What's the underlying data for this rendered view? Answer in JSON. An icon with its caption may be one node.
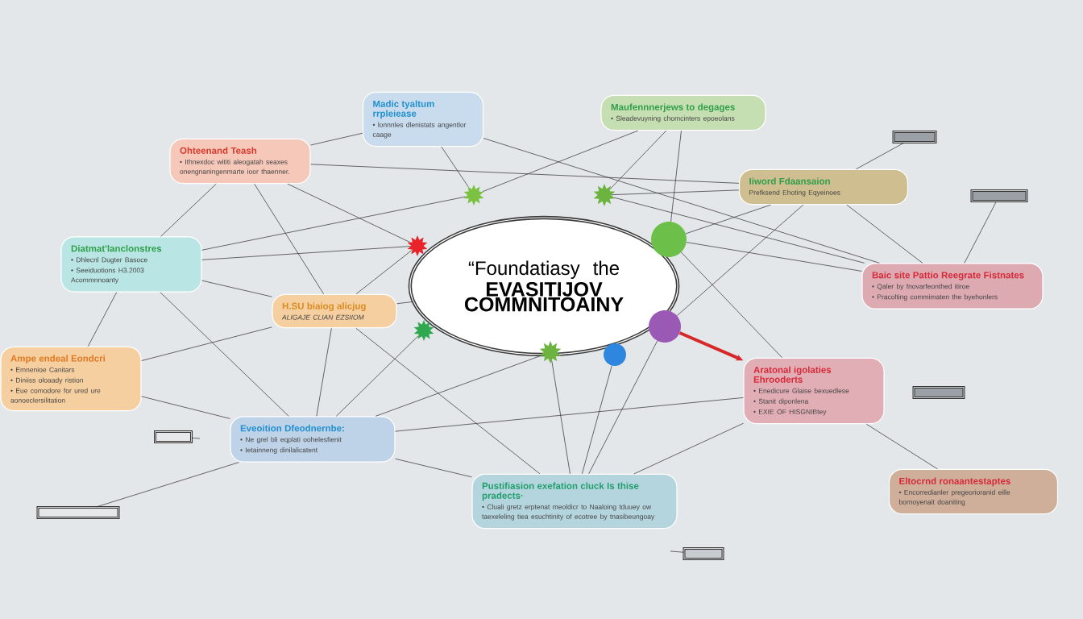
{
  "diagram": {
    "nodes": [
      {
        "text": [
          "“Foundatiasy the",
          "EVASITIJOV COMMNITOAINY"
        ]
      },
      {
        "text": [
          "Madic tyaltum rrpleiease",
          "• lonnnles dlenistats angentlor caage"
        ]
      },
      {
        "text": [
          "Ohteenand Teash",
          "• Ithnexdoc wititi aleogatah seaxes onengnaningenmarte ioor thaenner."
        ]
      },
      {
        "text": [
          "Maufennnerjews to degages",
          "• Sleadevuyning chomcinters epoeolans"
        ]
      },
      {
        "text": [
          "Iiword Fdaansaion",
          "Prefksend Ehoting Eqyeinoes"
        ]
      },
      {
        "text": [
          "Diatmat'lanclonstres",
          "• Dhlecnl Dugter Basoce",
          "• Seeiduotions H3.2003 Acommnnoanty"
        ]
      },
      {
        "text": [
          "Baic site Pattio Reegrate Fistnates",
          "• Qaler by fnovarfeonthed itiroe",
          "• Pracolting commimaten the byehonlers"
        ]
      },
      {
        "text": [
          "H.SU biaiog alicjug",
          "ALIGAJE CLIAN EZSIIOM"
        ]
      },
      {
        "text": [
          "Ampe endeal Eondcri",
          "• Emnenioe Canitars",
          "• Diniiss oloaady ristion",
          "• Eue comodore for ured ure aonoeclersilitation"
        ]
      },
      {
        "text": [
          "Aratonal igolaties Ehrooderts",
          "• Enedicure Glaise bexuedlese",
          "• Stanit diponlena",
          "• EXIE OF HISGNIBtey"
        ]
      },
      {
        "text": [
          "Eveoition Dfeodnernbe:",
          "• Ne grel bli eqplati oohelesfienit",
          "• Ietainneng dinilalicatent"
        ]
      },
      {
        "text": [
          "Pustifiasion exefation cluck Is thise pradects·",
          "• Cluali gretz erptenat meoldicr to Naaloing tduuey ow taexeleling tiea esuchtinity of ecotree by tnasibeungoay"
        ]
      },
      {
        "text": [
          "Eltocrnd ronaantestaptes",
          "• Encorredianler pregeorioranid eille bornoyenait doaniting"
        ]
      },
      {
        "text": [],
        "shape": "box"
      },
      {
        "text": [],
        "shape": "box"
      },
      {
        "text": [],
        "shape": "box"
      },
      {
        "text": [],
        "shape": "box"
      },
      {
        "text": [],
        "shape": "box"
      },
      {
        "text": [],
        "shape": "box"
      },
      {
        "text": [],
        "shape": "star"
      },
      {
        "text": [],
        "shape": "star"
      },
      {
        "text": [],
        "shape": "star"
      },
      {
        "text": [],
        "shape": "circle"
      },
      {
        "text": [],
        "shape": "star"
      },
      {
        "text": [],
        "shape": "circle"
      },
      {
        "text": [],
        "shape": "star"
      },
      {
        "text": [],
        "shape": "circle"
      }
    ],
    "edges": [
      {
        "from": 1,
        "to": 19,
        "arrow": "none"
      },
      {
        "from": 3,
        "to": 19,
        "arrow": "none"
      },
      {
        "from": 3,
        "to": 20,
        "arrow": "none"
      },
      {
        "from": 3,
        "to": 22,
        "arrow": "none"
      },
      {
        "from": 1,
        "to": 2,
        "arrow": "none"
      },
      {
        "from": 1,
        "to": 6,
        "arrow": "none"
      },
      {
        "from": 2,
        "to": 21,
        "arrow": "none"
      },
      {
        "from": 2,
        "to": 5,
        "arrow": "none"
      },
      {
        "from": 2,
        "to": 7,
        "arrow": "none"
      },
      {
        "from": 2,
        "to": 4,
        "arrow": "none"
      },
      {
        "from": 5,
        "to": 21,
        "arrow": "none"
      },
      {
        "from": 5,
        "to": 19,
        "arrow": "none"
      },
      {
        "from": 5,
        "to": 7,
        "arrow": "none"
      },
      {
        "from": 5,
        "to": 8,
        "arrow": "none"
      },
      {
        "from": 5,
        "to": 10,
        "arrow": "none"
      },
      {
        "from": 7,
        "to": 0,
        "arrow": "none"
      },
      {
        "from": 7,
        "to": 21,
        "arrow": "none"
      },
      {
        "from": 7,
        "to": 10,
        "arrow": "none"
      },
      {
        "from": 8,
        "to": 7,
        "arrow": "none"
      },
      {
        "from": 8,
        "to": 10,
        "arrow": "none"
      },
      {
        "from": 10,
        "to": 23,
        "arrow": "none"
      },
      {
        "from": 10,
        "to": 25,
        "arrow": "none"
      },
      {
        "from": 10,
        "to": 9,
        "arrow": "none"
      },
      {
        "from": 10,
        "to": 11,
        "arrow": "none"
      },
      {
        "from": 16,
        "to": null,
        "arrow": "none"
      },
      {
        "from": 17,
        "to": 10,
        "arrow": "none"
      },
      {
        "from": 7,
        "to": 11,
        "arrow": "none"
      },
      {
        "from": 25,
        "to": 11,
        "arrow": "none"
      },
      {
        "from": 26,
        "to": 11,
        "arrow": "none"
      },
      {
        "from": 24,
        "to": 11,
        "arrow": "none"
      },
      {
        "from": 9,
        "to": 11,
        "arrow": "none"
      },
      {
        "from": 22,
        "to": 4,
        "arrow": "none"
      },
      {
        "from": 22,
        "to": 6,
        "arrow": "none"
      },
      {
        "from": 20,
        "to": 4,
        "arrow": "none"
      },
      {
        "from": 20,
        "to": 6,
        "arrow": "none"
      },
      {
        "from": 4,
        "to": 13,
        "arrow": "none"
      },
      {
        "from": 6,
        "to": 14,
        "arrow": "none"
      },
      {
        "from": 4,
        "to": 6,
        "arrow": "none"
      },
      {
        "from": 4,
        "to": 24,
        "arrow": "none"
      },
      {
        "from": 22,
        "to": 9,
        "arrow": "none"
      },
      {
        "from": 9,
        "to": 12,
        "arrow": "none"
      },
      {
        "from": 18,
        "to": null,
        "arrow": "none"
      },
      {
        "from": 24,
        "to": 9,
        "arrow": "to",
        "style": "thick",
        "color": "#d62828"
      }
    ]
  }
}
